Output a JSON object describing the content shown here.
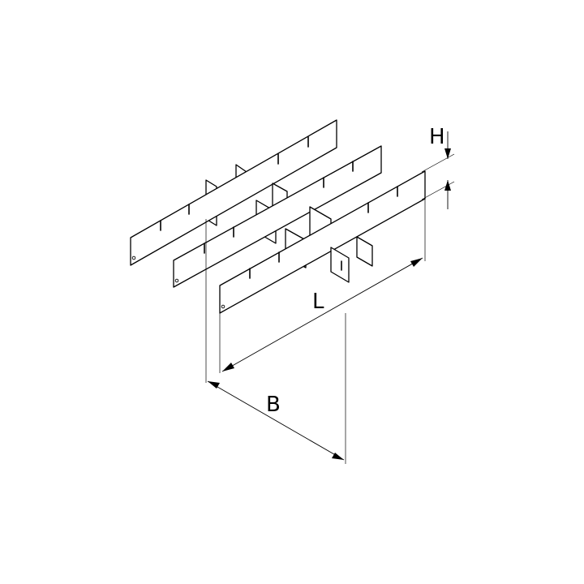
{
  "diagram": {
    "dimensions": {
      "length": {
        "label": "L"
      },
      "width": {
        "label": "B"
      },
      "height": {
        "label": "H"
      }
    }
  }
}
